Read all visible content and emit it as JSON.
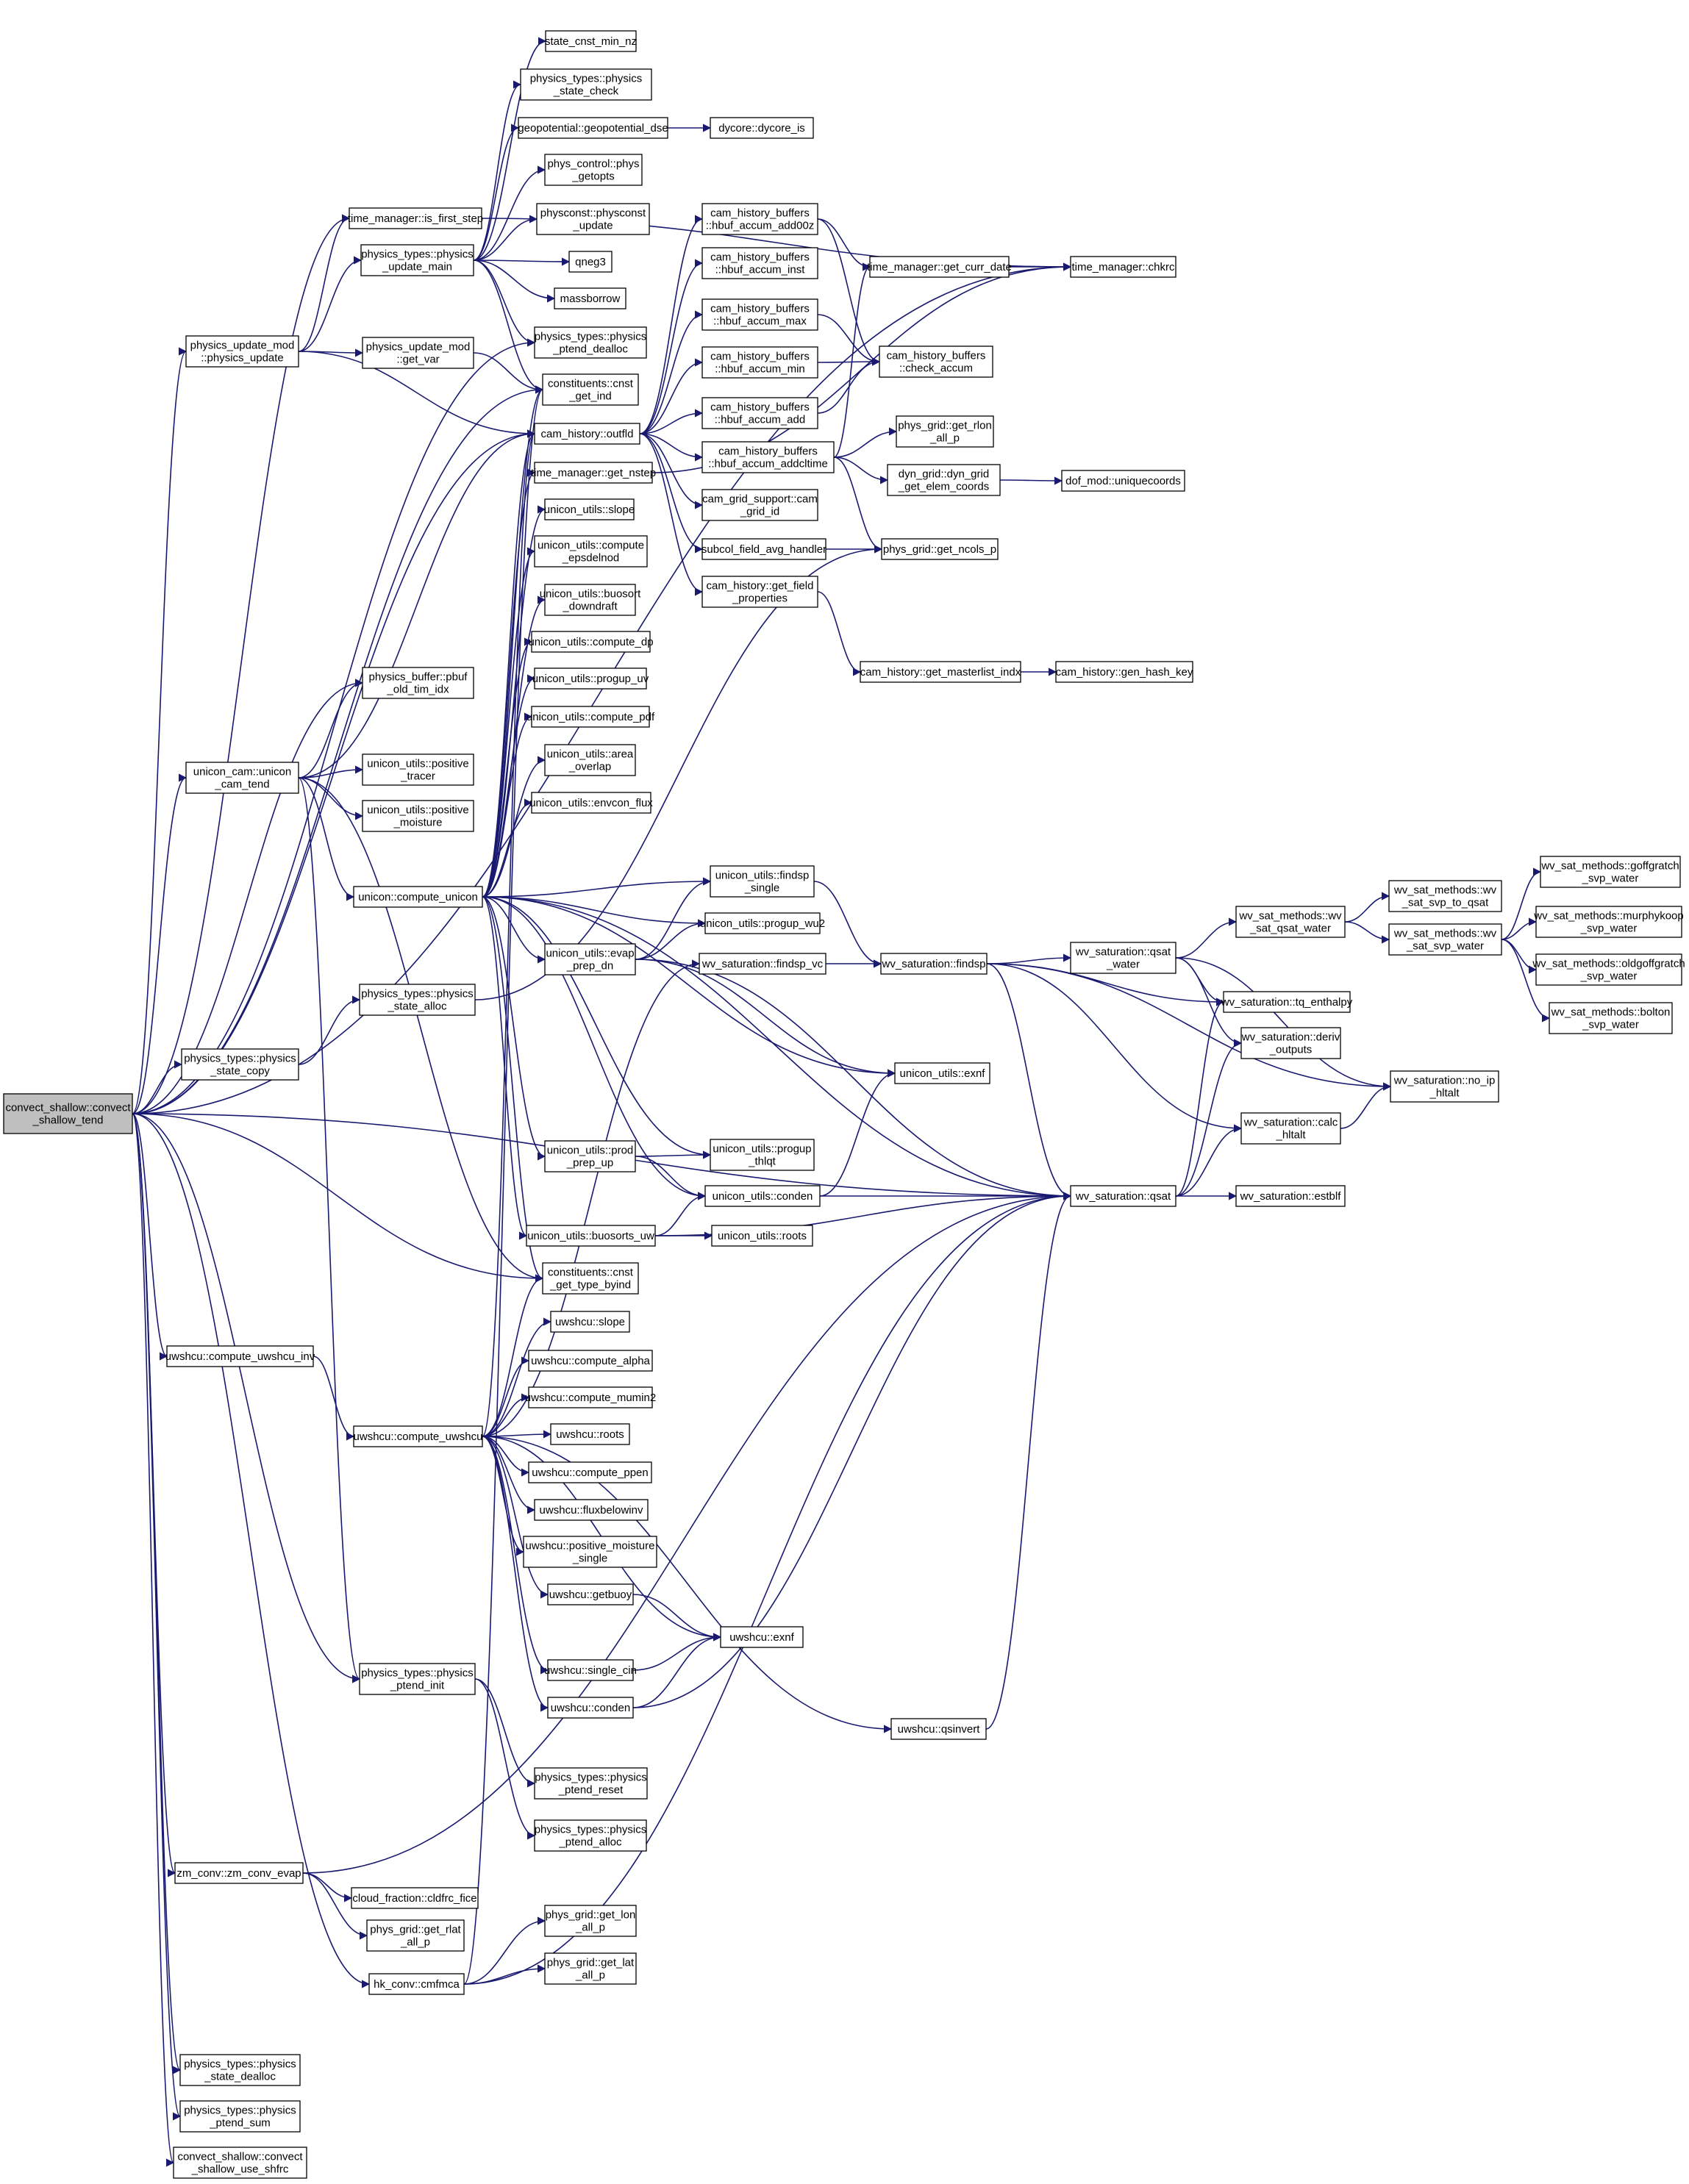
{
  "colors": {
    "edge": "#191970",
    "root_fill": "#bfbfbf",
    "node_fill": "#ffffff",
    "border": "#000000"
  },
  "nodes": {
    "n0": [
      "convect_shallow::convect",
      "_shallow_tend"
    ],
    "n1": [
      "time_manager::is_first_step"
    ],
    "n2": [
      "time_manager::chkrc"
    ],
    "n3": [
      "physics_update_mod",
      "::physics_update"
    ],
    "n4": [
      "physics_types::physics",
      "_update_main"
    ],
    "n5": [
      "state_cnst_min_nz"
    ],
    "n6": [
      "physics_types::physics",
      "_state_check"
    ],
    "n7": [
      "geopotential::geopotential_dse"
    ],
    "n8": [
      "dycore::dycore_is"
    ],
    "n9": [
      "phys_control::phys",
      "_getopts"
    ],
    "n10": [
      "physconst::physconst",
      "_update"
    ],
    "n11": [
      "qneg3"
    ],
    "n12": [
      "massborrow"
    ],
    "n13": [
      "physics_types::physics",
      "_ptend_dealloc"
    ],
    "n14": [
      "constituents::cnst",
      "_get_ind"
    ],
    "n15": [
      "physics_update_mod",
      "::get_var"
    ],
    "n16": [
      "cam_history::outfld"
    ],
    "n17": [
      "cam_history_buffers",
      "::hbuf_accum_add00z"
    ],
    "n18": [
      "cam_history_buffers",
      "::hbuf_accum_inst"
    ],
    "n19": [
      "cam_history_buffers",
      "::hbuf_accum_max"
    ],
    "n20": [
      "cam_history_buffers",
      "::hbuf_accum_min"
    ],
    "n21": [
      "cam_history_buffers",
      "::hbuf_accum_add"
    ],
    "n22": [
      "cam_history_buffers",
      "::hbuf_accum_addcltime"
    ],
    "n23": [
      "time_manager::get_curr_date"
    ],
    "n24": [
      "cam_history_buffers",
      "::check_accum"
    ],
    "n25": [
      "phys_grid::get_rlon",
      "_all_p"
    ],
    "n26": [
      "dyn_grid::dyn_grid",
      "_get_elem_coords"
    ],
    "n27": [
      "dof_mod::uniquecoords"
    ],
    "n28": [
      "cam_grid_support::cam",
      "_grid_id"
    ],
    "n29": [
      "subcol_field_avg_handler"
    ],
    "n30": [
      "phys_grid::get_ncols_p"
    ],
    "n31": [
      "cam_history::get_field",
      "_properties"
    ],
    "n32": [
      "cam_history::get_masterlist_indx"
    ],
    "n33": [
      "cam_history::gen_hash_key"
    ],
    "n34": [
      "time_manager::get_nstep"
    ],
    "n35": [
      "unicon_utils::slope"
    ],
    "n36": [
      "unicon_utils::compute",
      "_epsdelnod"
    ],
    "n37": [
      "unicon_utils::buosort",
      "_downdraft"
    ],
    "n38": [
      "unicon_utils::compute_dp"
    ],
    "n39": [
      "unicon_utils::progup_uv"
    ],
    "n40": [
      "unicon_utils::compute_pdf"
    ],
    "n41": [
      "unicon_utils::area",
      "_overlap"
    ],
    "n42": [
      "unicon_utils::envcon_flux"
    ],
    "n43": [
      "physics_buffer::pbuf",
      "_old_tim_idx"
    ],
    "n44": [
      "unicon_cam::unicon",
      "_cam_tend"
    ],
    "n45": [
      "unicon_utils::positive",
      "_tracer"
    ],
    "n46": [
      "unicon_utils::positive",
      "_moisture"
    ],
    "n47": [
      "unicon::compute_unicon"
    ],
    "n48": [
      "unicon_utils::findsp",
      "_single"
    ],
    "n49": [
      "unicon_utils::progup_wu2"
    ],
    "n50": [
      "unicon_utils::evap",
      "_prep_dn"
    ],
    "n51": [
      "wv_saturation::findsp_vc"
    ],
    "n52": [
      "wv_saturation::findsp"
    ],
    "n53": [
      "wv_saturation::qsat",
      "_water"
    ],
    "n54": [
      "wv_sat_methods::wv",
      "_sat_qsat_water"
    ],
    "n55": [
      "wv_sat_methods::wv",
      "_sat_svp_to_qsat"
    ],
    "n56": [
      "wv_sat_methods::wv",
      "_sat_svp_water"
    ],
    "n57": [
      "wv_sat_methods::goffgratch",
      "_svp_water"
    ],
    "n58": [
      "wv_sat_methods::murphykoop",
      "_svp_water"
    ],
    "n59": [
      "wv_sat_methods::oldgoffgratch",
      "_svp_water"
    ],
    "n60": [
      "wv_sat_methods::bolton",
      "_svp_water"
    ],
    "n61": [
      "wv_saturation::tq_enthalpy"
    ],
    "n62": [
      "wv_saturation::deriv",
      "_outputs"
    ],
    "n63": [
      "wv_saturation::no_ip",
      "_hltalt"
    ],
    "n64": [
      "wv_saturation::calc",
      "_hltalt"
    ],
    "n65": [
      "wv_saturation::estblf"
    ],
    "n66": [
      "wv_saturation::qsat"
    ],
    "n67": [
      "physics_types::physics",
      "_state_alloc"
    ],
    "n68": [
      "physics_types::physics",
      "_state_copy"
    ],
    "n69": [
      "unicon_utils::exnf"
    ],
    "n70": [
      "unicon_utils::prod",
      "_prep_up"
    ],
    "n71": [
      "unicon_utils::progup",
      "_thlqt"
    ],
    "n72": [
      "unicon_utils::conden"
    ],
    "n73": [
      "unicon_utils::buosorts_uw"
    ],
    "n74": [
      "unicon_utils::roots"
    ],
    "n75": [
      "constituents::cnst",
      "_get_type_byind"
    ],
    "n76": [
      "uwshcu::compute_uwshcu_inv"
    ],
    "n77": [
      "uwshcu::compute_uwshcu"
    ],
    "n78": [
      "uwshcu::slope"
    ],
    "n79": [
      "uwshcu::compute_alpha"
    ],
    "n80": [
      "uwshcu::compute_mumin2"
    ],
    "n81": [
      "uwshcu::roots"
    ],
    "n82": [
      "uwshcu::compute_ppen"
    ],
    "n83": [
      "uwshcu::fluxbelowinv"
    ],
    "n84": [
      "uwshcu::positive_moisture",
      "_single"
    ],
    "n85": [
      "uwshcu::getbuoy"
    ],
    "n86": [
      "uwshcu::exnf"
    ],
    "n87": [
      "uwshcu::single_cin"
    ],
    "n88": [
      "uwshcu::conden"
    ],
    "n89": [
      "uwshcu::qsinvert"
    ],
    "n90": [
      "physics_types::physics",
      "_ptend_init"
    ],
    "n91": [
      "physics_types::physics",
      "_ptend_reset"
    ],
    "n92": [
      "physics_types::physics",
      "_ptend_alloc"
    ],
    "n93": [
      "zm_conv::zm_conv_evap"
    ],
    "n94": [
      "cloud_fraction::cldfrc_fice"
    ],
    "n95": [
      "phys_grid::get_rlat",
      "_all_p"
    ],
    "n96": [
      "phys_grid::get_lon",
      "_all_p"
    ],
    "n97": [
      "phys_grid::get_lat",
      "_all_p"
    ],
    "n98": [
      "hk_conv::cmfmca"
    ],
    "n99": [
      "physics_types::physics",
      "_state_dealloc"
    ],
    "n100": [
      "physics_types::physics",
      "_ptend_sum"
    ],
    "n101": [
      "convect_shallow::convect",
      "_shallow_use_shfrc"
    ]
  }
}
